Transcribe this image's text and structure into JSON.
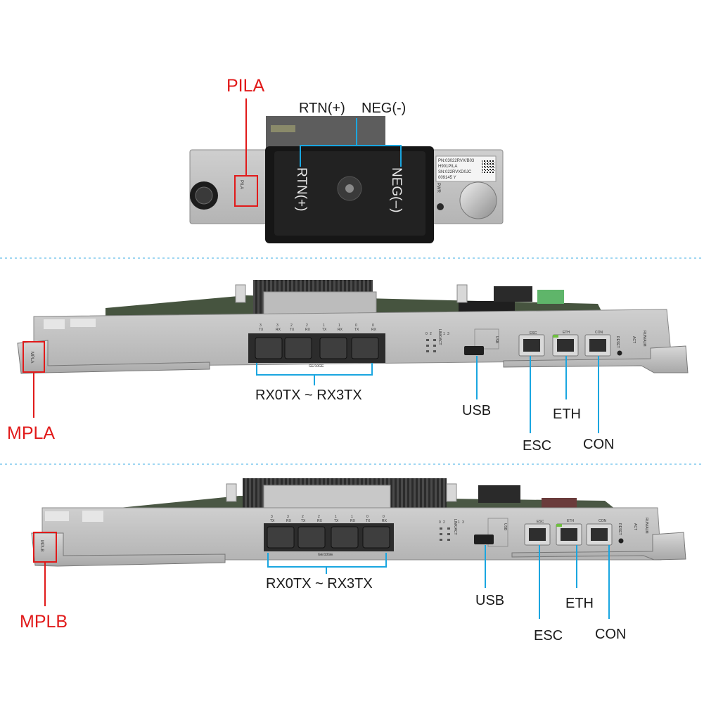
{
  "pila": {
    "title": "PILA",
    "rtn_callout": "RTN(+)",
    "neg_callout": "NEG(-)",
    "panel_label": "PILA",
    "connector_rtn": "RTN(+)",
    "connector_neg": "NEG(–)",
    "pwr_label": "PWR",
    "sticker_lines": [
      "PN:03022RVX/B03",
      "H901PILA",
      "SN:022RVXD0JC",
      "009145        Y"
    ]
  },
  "mpla": {
    "title": "MPLA",
    "ports_callout": "RX0TX ~ RX3TX",
    "usb": "USB",
    "esc": "ESC",
    "eth": "ETH",
    "con": "CON",
    "panel_label": "MPLA",
    "port_head_esc": "ESC",
    "port_head_eth": "ETH",
    "port_head_con": "CON",
    "usb_head": "USB",
    "reset_label": "RESET",
    "act_label": "ACT",
    "run_label": "RUN/ALM",
    "link_label": "LINK/ACT",
    "sfp_bar": "GE/10GE",
    "sfp_head": [
      "TX",
      "RX",
      "TX",
      "RX",
      "TX",
      "RX",
      "TX",
      "RX"
    ],
    "sfp_nums": [
      "3",
      "3",
      "2",
      "2",
      "1",
      "1",
      "0",
      "0"
    ],
    "led_nums_left": [
      "0",
      "2"
    ],
    "led_nums_right": [
      "1",
      "3"
    ]
  },
  "mplb": {
    "title": "MPLB",
    "ports_callout": "RX0TX ~ RX3TX",
    "usb": "USB",
    "esc": "ESC",
    "eth": "ETH",
    "con": "CON",
    "panel_label": "MPLB",
    "port_head_esc": "ESC",
    "port_head_eth": "ETH",
    "port_head_con": "CON",
    "usb_head": "USB",
    "reset_label": "RESET",
    "act_label": "ACT",
    "run_label": "RUN/ALM",
    "link_label": "LINK/ACT",
    "sfp_bar": "GE/10GE",
    "sfp_head": [
      "TX",
      "RX",
      "TX",
      "RX",
      "TX",
      "RX",
      "TX",
      "RX"
    ],
    "sfp_nums": [
      "3",
      "3",
      "2",
      "2",
      "1",
      "1",
      "0",
      "0"
    ],
    "led_nums_left": [
      "0",
      "2"
    ],
    "led_nums_right": [
      "1",
      "3"
    ]
  },
  "colors": {
    "callout_red": "#e11a1a",
    "callout_blue": "#1aa6e0",
    "separator": "#7fc9ee"
  }
}
